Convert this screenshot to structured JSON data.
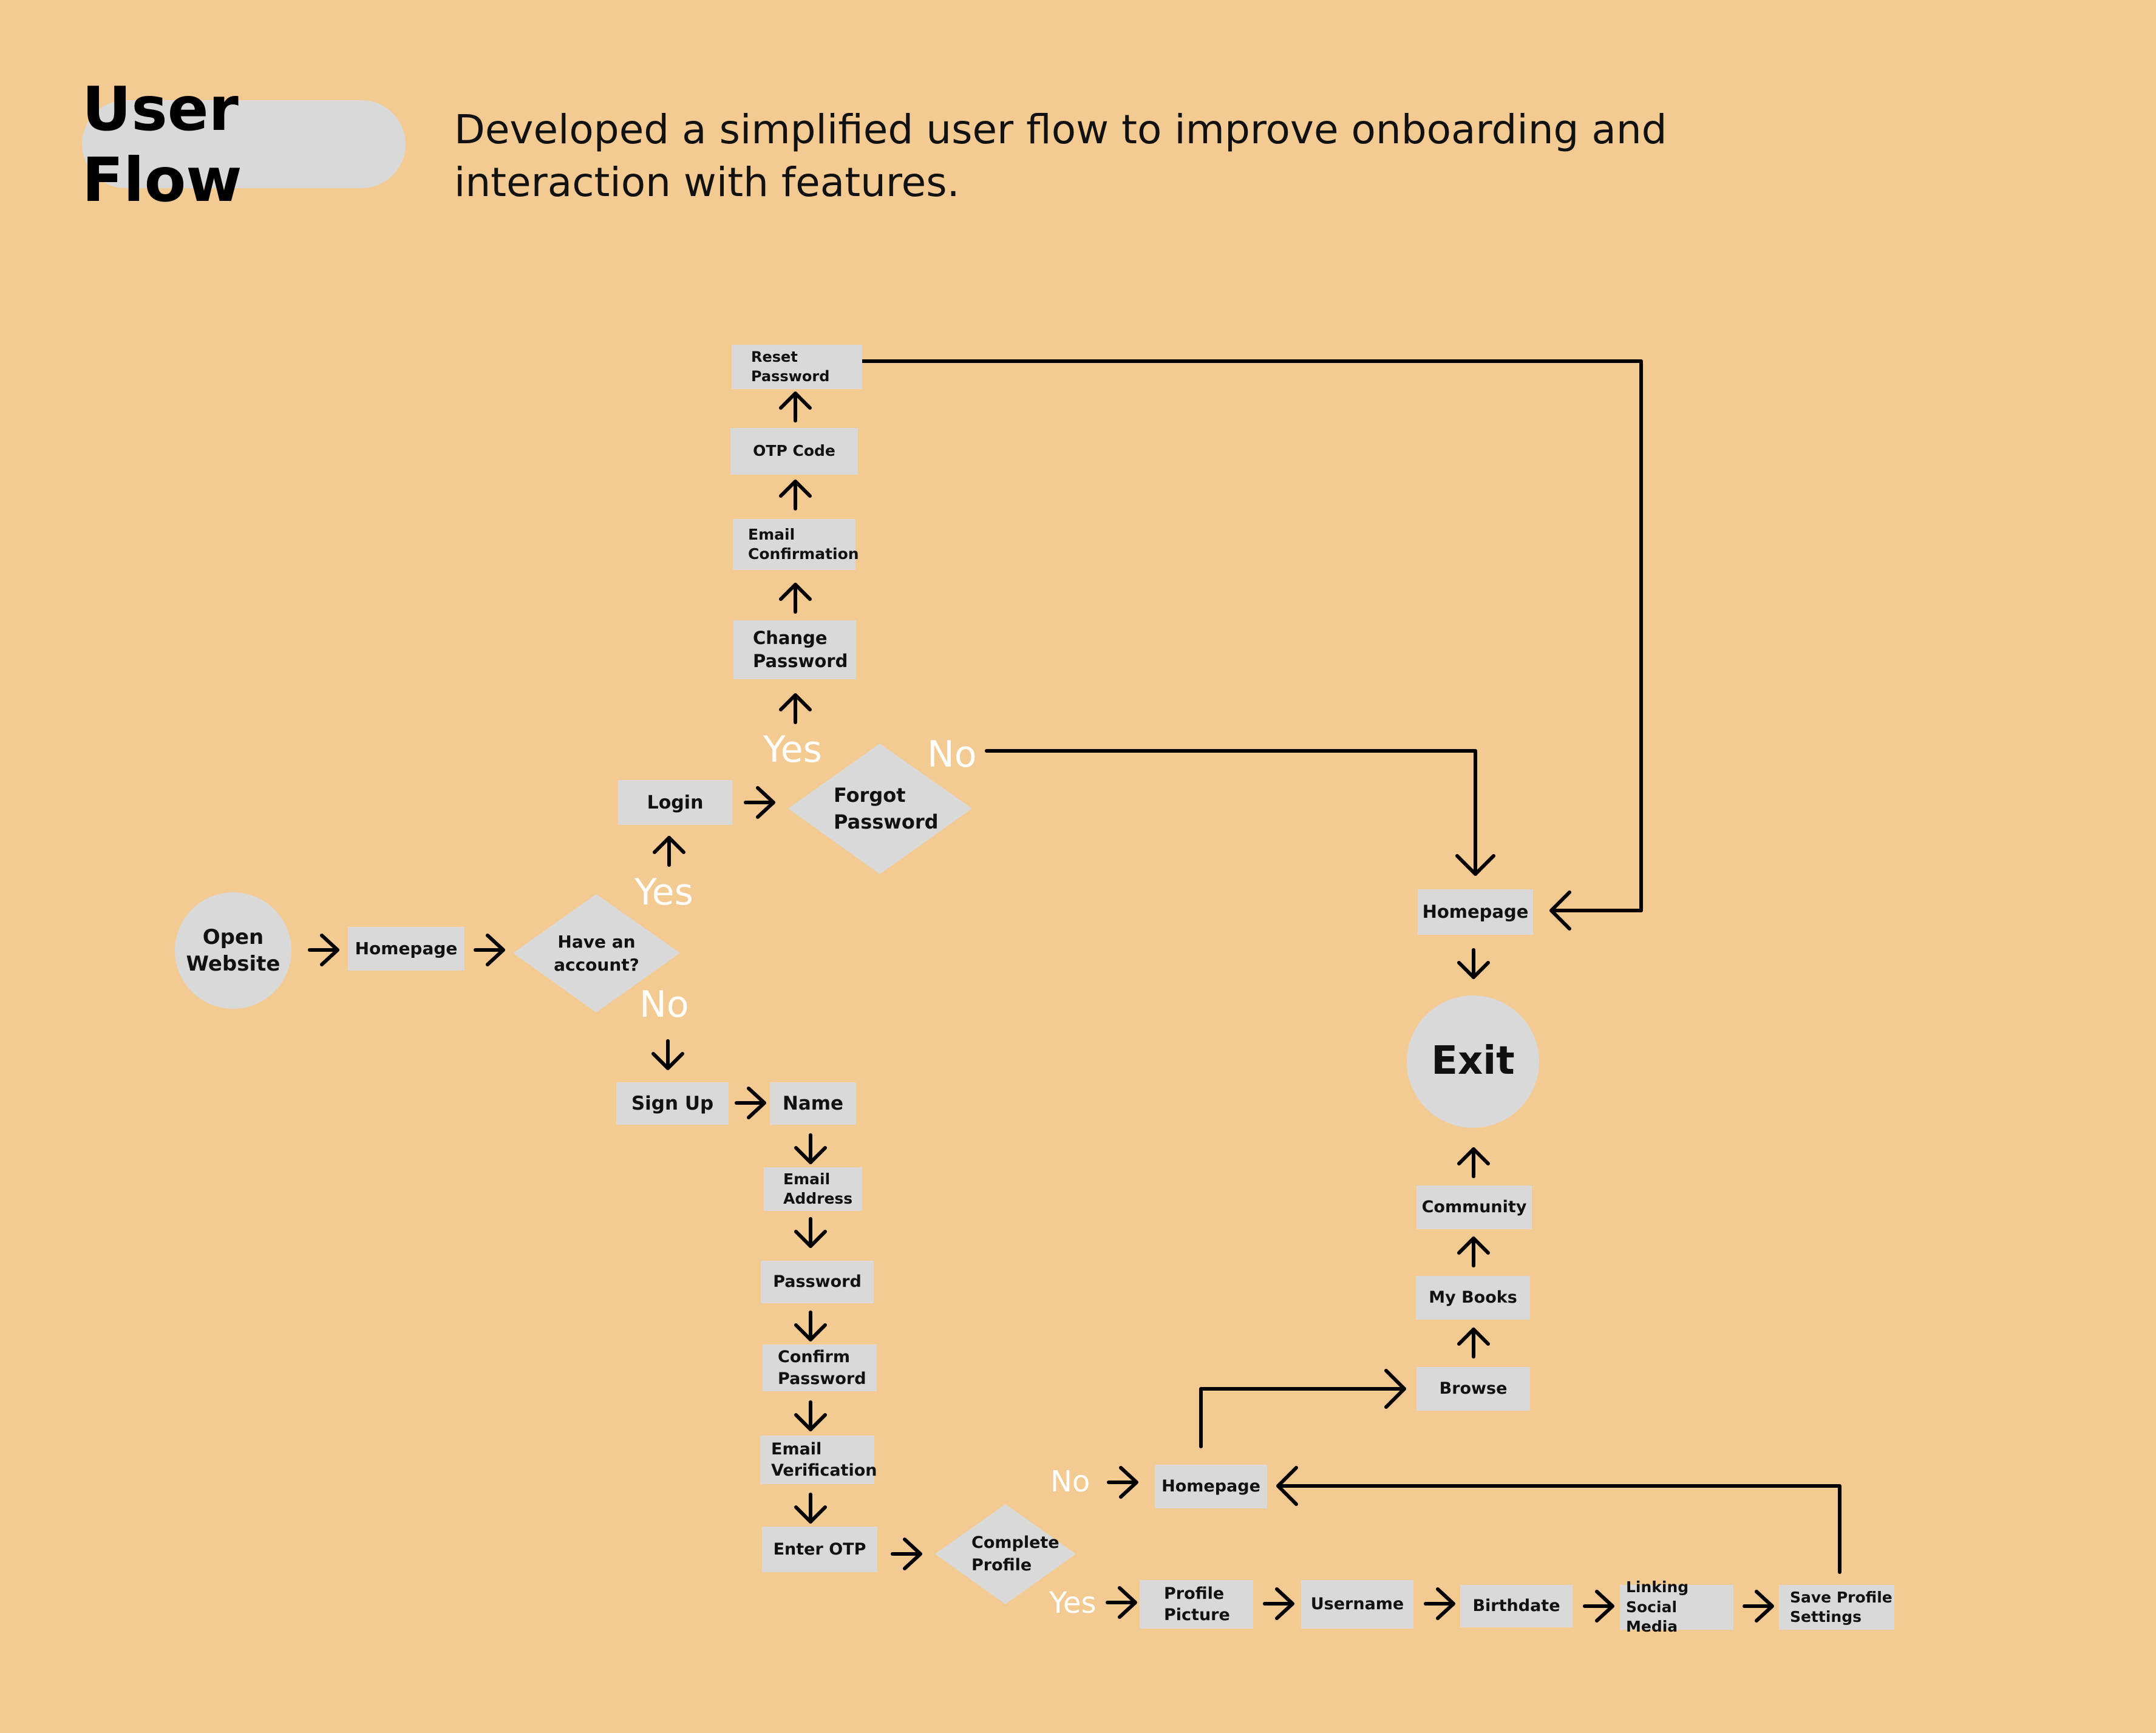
{
  "header": {
    "title": "User Flow",
    "subtitle": "Developed a simplified user flow to improve onboarding and interaction with features."
  },
  "colors": {
    "background": "#F3CA91",
    "node_fill": "#D9D9D9",
    "branch_label": "#FFFFFF",
    "line": "#000000"
  },
  "nodes": {
    "open_website": "Open\nWebsite",
    "homepage_start": "Homepage",
    "have_account": "Have an\naccount?",
    "login": "Login",
    "forgot_password": "Forgot\nPassword",
    "change_password": "Change\nPassword",
    "email_confirmation": "Email\nConfirmation",
    "otp_code": "OTP Code",
    "reset_password": "Reset\nPassword",
    "sign_up": "Sign Up",
    "name": "Name",
    "email_address": "Email\nAddress",
    "password": "Password",
    "confirm_password": "Confirm\nPassword",
    "email_verification": "Email\nVerification",
    "enter_otp": "Enter OTP",
    "complete_profile": "Complete\nProfile",
    "homepage_bottom": "Homepage",
    "profile_picture": "Profile\nPicture",
    "username": "Username",
    "birthdate": "Birthdate",
    "linking_social_media": "Linking Social\nMedia",
    "save_profile_settings": "Save Profile\nSettings",
    "browse": "Browse",
    "my_books": "My Books",
    "community": "Community",
    "homepage_right": "Homepage",
    "exit": "Exit"
  },
  "branches": {
    "account_yes": "Yes",
    "account_no": "No",
    "forgot_yes": "Yes",
    "forgot_no": "No",
    "profile_no": "No",
    "profile_yes": "Yes"
  }
}
